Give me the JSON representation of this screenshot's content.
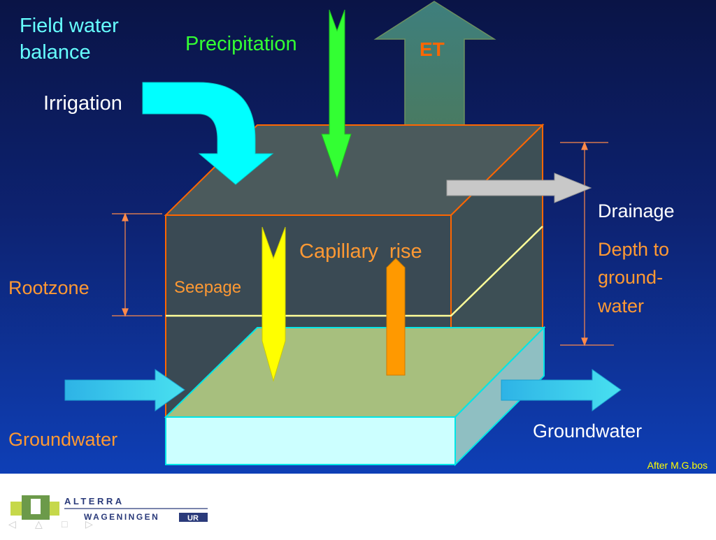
{
  "title": "Field water balance",
  "labels": {
    "precipitation": "Precipitation",
    "et": "ET",
    "irrigation": "Irrigation",
    "drainage": "Drainage",
    "depth_to_groundwater": [
      "Depth to",
      "ground-",
      "water"
    ],
    "capillary_rise": "Capillary  rise",
    "seepage": "Seepage",
    "rootzone": "Rootzone",
    "groundwater_in": "Groundwater",
    "groundwater_out": "Groundwater",
    "credit": "After M.G.bos"
  },
  "logo": {
    "line1": "ALTERRA",
    "line2": "WAGENINGEN",
    "badge": "UR"
  },
  "colors": {
    "title": "#66ffff",
    "precipitation": "#33ff33",
    "et": "#ff6600",
    "irrigation": "#00ffff",
    "orange_label": "#ff9933",
    "seepage": "#ffff00",
    "capillary": "#ff9900",
    "white_label": "#ffffff",
    "box_edge": "#ff6600",
    "groundwater_base": "#ccffff"
  },
  "nav_icons": [
    "arrow-left-icon",
    "arrow-up-icon",
    "home-icon",
    "arrow-right-icon"
  ]
}
